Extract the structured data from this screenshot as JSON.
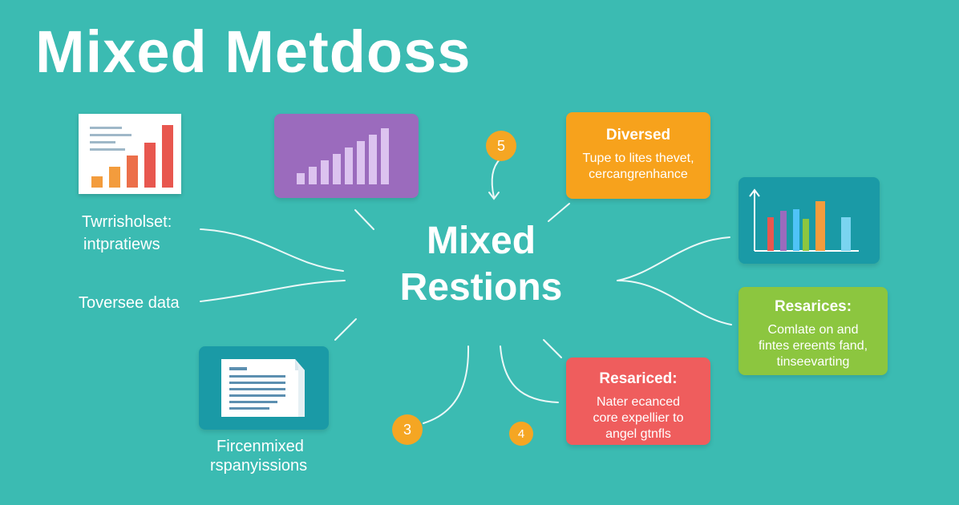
{
  "title": "Mixed Metdoss",
  "center": {
    "line1": "Mixed",
    "line2": "Restions"
  },
  "left_labels": {
    "top_line1": "Twrrisholset:",
    "top_line2": "intpratiews",
    "middle": "Toversee data",
    "bottom_line1": "Fircenmixed",
    "bottom_line2": "rspanyissions"
  },
  "cards": {
    "orange": {
      "title": "Diversed",
      "line1": "Tupe to lites thevet,",
      "line2": "cercangrenhance",
      "color": "#f7a21c"
    },
    "green": {
      "title": "Resarices:",
      "line1": "Comlate on and",
      "line2": "fintes ereents fand,",
      "line3": "tinseevarting",
      "color": "#8cc63f"
    },
    "red": {
      "title": "Resariced:",
      "line1": "Nater ecanced",
      "line2": "core expellier to",
      "line3": "angel gtnfls",
      "color": "#ef5d5d"
    }
  },
  "badges": [
    "5",
    "3",
    "4"
  ],
  "icons": {
    "bar_chart_paper": "bar-chart-icon",
    "purple_chart": "bar-chart-icon",
    "teal_chart": "bar-chart-icon",
    "document": "document-icon"
  },
  "colors": {
    "background": "#3bbbb2",
    "purple": "#9b6bbd",
    "dark_teal": "#1a9aa6",
    "orange_bar": "#f39c3d",
    "red_bar": "#e8574f"
  }
}
